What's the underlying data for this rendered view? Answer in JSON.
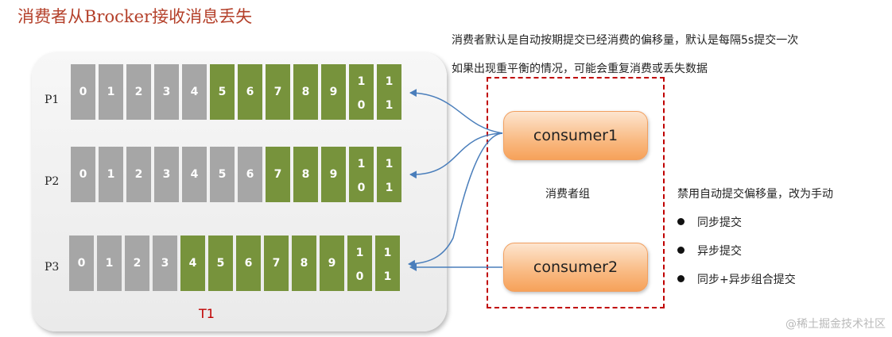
{
  "title": "消费者从Brocker接收消息丢失",
  "notes": [
    "消费者默认是自动按期提交已经消费的偏移量，默认是每隔5s提交一次",
    "如果出现重平衡的情况，可能会重复消费或丢失数据"
  ],
  "topic": {
    "label": "T1",
    "partitions": [
      {
        "name": "P1",
        "cells": [
          {
            "a": "0",
            "s": "old"
          },
          {
            "a": "1",
            "s": "old"
          },
          {
            "a": "2",
            "s": "old"
          },
          {
            "a": "3",
            "s": "old"
          },
          {
            "a": "4",
            "s": "old"
          },
          {
            "a": "5",
            "s": "new"
          },
          {
            "a": "6",
            "s": "new"
          },
          {
            "a": "7",
            "s": "new"
          },
          {
            "a": "8",
            "s": "new"
          },
          {
            "a": "9",
            "s": "new"
          },
          {
            "a": "1",
            "b": "0",
            "s": "new"
          },
          {
            "a": "1",
            "b": "1",
            "s": "new"
          }
        ]
      },
      {
        "name": "P2",
        "cells": [
          {
            "a": "0",
            "s": "old"
          },
          {
            "a": "1",
            "s": "old"
          },
          {
            "a": "2",
            "s": "old"
          },
          {
            "a": "3",
            "s": "old"
          },
          {
            "a": "4",
            "s": "old"
          },
          {
            "a": "5",
            "s": "old"
          },
          {
            "a": "6",
            "s": "old"
          },
          {
            "a": "7",
            "s": "new"
          },
          {
            "a": "8",
            "s": "new"
          },
          {
            "a": "9",
            "s": "new"
          },
          {
            "a": "1",
            "b": "0",
            "s": "new"
          },
          {
            "a": "1",
            "b": "1",
            "s": "new"
          }
        ]
      },
      {
        "name": "P3",
        "cells": [
          {
            "a": "0",
            "s": "old"
          },
          {
            "a": "1",
            "s": "old"
          },
          {
            "a": "2",
            "s": "old"
          },
          {
            "a": "3",
            "s": "old"
          },
          {
            "a": "4",
            "s": "new"
          },
          {
            "a": "5",
            "s": "new"
          },
          {
            "a": "6",
            "s": "new"
          },
          {
            "a": "7",
            "s": "new"
          },
          {
            "a": "8",
            "s": "new"
          },
          {
            "a": "9",
            "s": "new"
          },
          {
            "a": "1",
            "b": "0",
            "s": "new"
          },
          {
            "a": "1",
            "b": "1",
            "s": "new"
          }
        ]
      }
    ]
  },
  "consumer_group": {
    "label": "消费者组",
    "consumers": [
      "consumer1",
      "consumer2"
    ]
  },
  "options": {
    "title": "禁用自动提交偏移量，改为手动",
    "items": [
      "同步提交",
      "异步提交",
      "同步+异步组合提交"
    ]
  },
  "watermark": "@稀土掘金技术社区",
  "colors": {
    "consumed": "#a6a6a6",
    "unconsumed": "#77933c",
    "accent": "#c00000",
    "arrow": "#4a7ebb"
  }
}
